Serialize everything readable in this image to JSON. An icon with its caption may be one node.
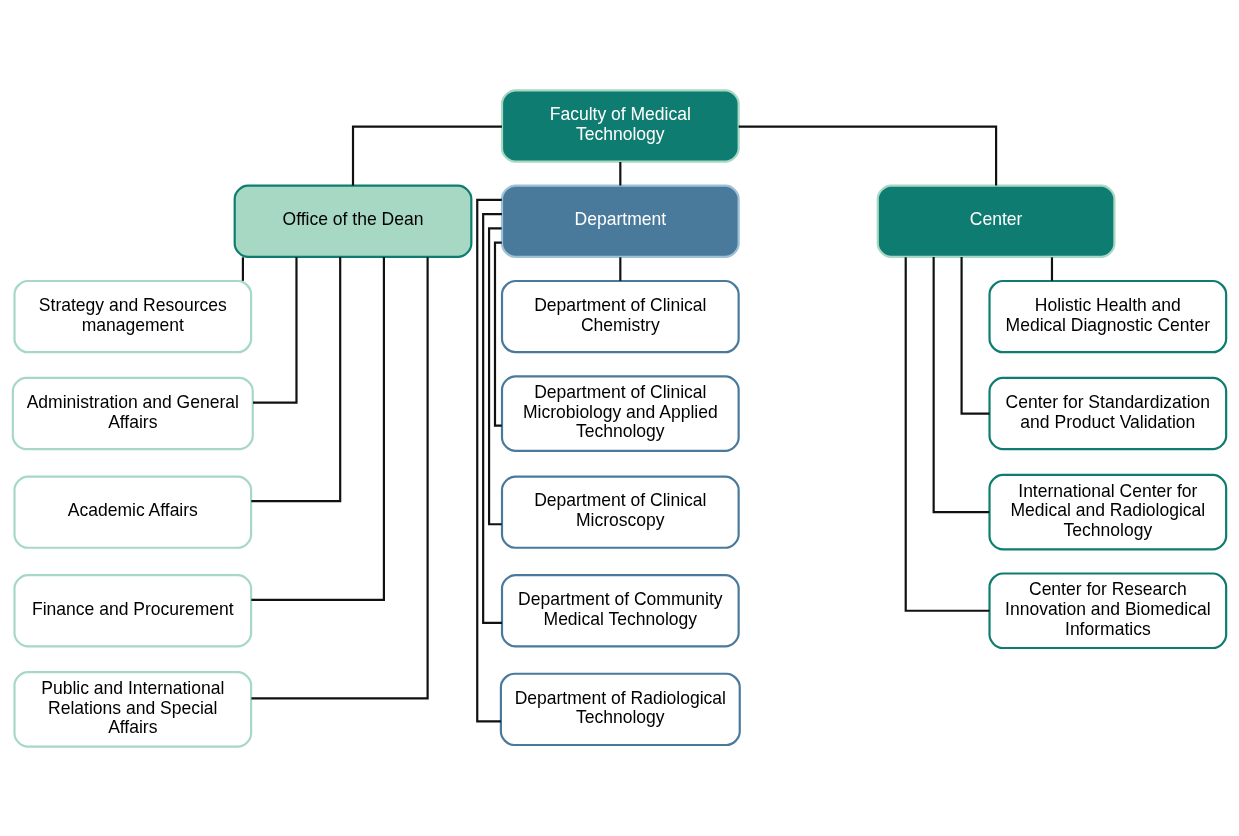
{
  "diagram": {
    "nodes": [
      {
        "text": [
          "Faculty of Medical Technology"
        ]
      },
      {
        "text": [
          "Office of the Dean"
        ]
      },
      {
        "text": [
          "Department"
        ]
      },
      {
        "text": [
          "Center"
        ]
      },
      {
        "text": [
          "Strategy and Resources management"
        ]
      },
      {
        "text": [
          "Administration and General Affairs"
        ]
      },
      {
        "text": [
          "Academic Affairs"
        ]
      },
      {
        "text": [
          "Finance and Procurement"
        ]
      },
      {
        "text": [
          "Public and International Relations and Special Affairs"
        ]
      },
      {
        "text": [
          "Department of Clinical Chemistry"
        ]
      },
      {
        "text": [
          "Department of Clinical Microbiology and Applied Technology"
        ]
      },
      {
        "text": [
          "Department of Clinical Microscopy"
        ]
      },
      {
        "text": [
          "Department of Community Medical Technology"
        ]
      },
      {
        "text": [
          "Department of Radiological Technology"
        ]
      },
      {
        "text": [
          "Holistic Health and Medical Diagnostic Center"
        ]
      },
      {
        "text": [
          "Center for Standardization and Product Validation"
        ]
      },
      {
        "text": [
          "International Center for Medical and Radiological Technology"
        ]
      },
      {
        "text": [
          "Center for Research Innovation and Biomedical Informatics"
        ]
      }
    ],
    "edges": [
      {
        "from": 0,
        "to": 1,
        "arrow": "none"
      },
      {
        "from": 0,
        "to": 2,
        "arrow": "none"
      },
      {
        "from": 0,
        "to": 3,
        "arrow": "none"
      },
      {
        "from": 1,
        "to": 4,
        "arrow": "none"
      },
      {
        "from": 1,
        "to": 5,
        "arrow": "none"
      },
      {
        "from": 1,
        "to": 6,
        "arrow": "none"
      },
      {
        "from": 1,
        "to": 7,
        "arrow": "none"
      },
      {
        "from": 1,
        "to": 8,
        "arrow": "none"
      },
      {
        "from": 2,
        "to": 9,
        "arrow": "none"
      },
      {
        "from": 2,
        "to": 10,
        "arrow": "none"
      },
      {
        "from": 2,
        "to": 11,
        "arrow": "none"
      },
      {
        "from": 2,
        "to": 12,
        "arrow": "none"
      },
      {
        "from": 2,
        "to": 13,
        "arrow": "none"
      },
      {
        "from": 3,
        "to": 14,
        "arrow": "none"
      },
      {
        "from": 3,
        "to": 15,
        "arrow": "none"
      },
      {
        "from": 3,
        "to": 16,
        "arrow": "none"
      },
      {
        "from": 3,
        "to": 17,
        "arrow": "none"
      }
    ]
  }
}
